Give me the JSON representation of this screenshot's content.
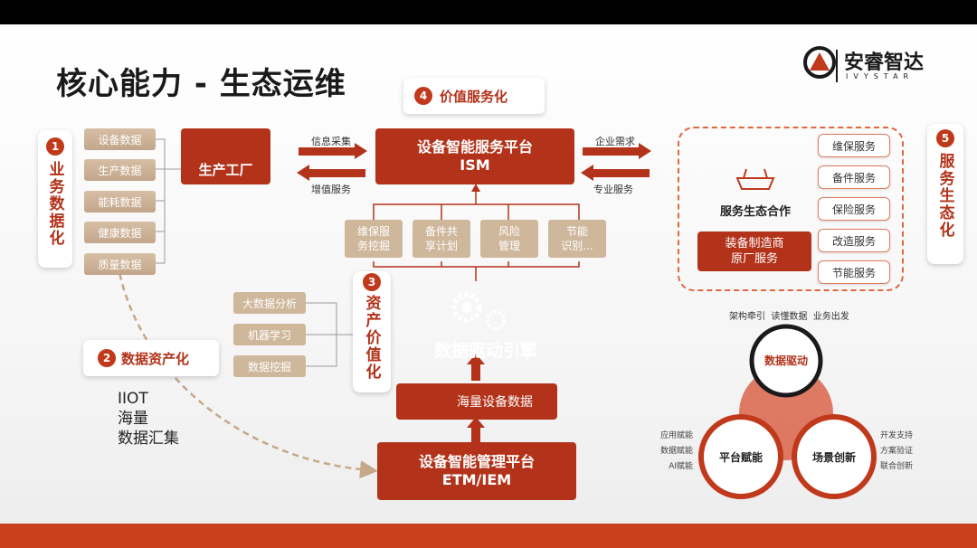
{
  "title": "核心能力 - 生态运维",
  "logo": {
    "name": "安睿智达",
    "sub": "IVYSTAR"
  },
  "section1": {
    "num": "1",
    "label": "业务数据化"
  },
  "section2": {
    "num": "2",
    "label": "数据资产化"
  },
  "section3": {
    "num": "3",
    "label": "资产价值化"
  },
  "section4": {
    "num": "4",
    "label": "价值服务化"
  },
  "section5": {
    "num": "5",
    "label": "服务生态化"
  },
  "business_data": [
    "设备数据",
    "生产数据",
    "能耗数据",
    "健康数据",
    "质量数据"
  ],
  "factory": "生产工厂",
  "arrows": {
    "info_collect": "信息采集",
    "value_added": "增值服务",
    "enterprise_demand": "企业需求",
    "professional": "专业服务"
  },
  "ism": {
    "line1": "设备智能服务平台",
    "line2": "ISM"
  },
  "value_items": [
    {
      "l1": "维保服",
      "l2": "务挖掘"
    },
    {
      "l1": "备件共",
      "l2": "享计划"
    },
    {
      "l1": "风险",
      "l2": "管理"
    },
    {
      "l1": "节能",
      "l2": "识别..."
    }
  ],
  "analysis": [
    "大数据分析",
    "机器学习",
    "数据挖掘"
  ],
  "engine": "数据驱动引擎",
  "massive": "海量设备数据",
  "etm": {
    "line1": "设备智能管理平台",
    "line2": "ETM/IEM"
  },
  "iiot": [
    "IIOT",
    "海量",
    "数据汇集"
  ],
  "eco": {
    "title": "服务生态合作",
    "oem": {
      "l1": "装备制造商",
      "l2": "原厂服务"
    },
    "services": [
      "维保服务",
      "备件服务",
      "保险服务",
      "改造服务",
      "节能服务"
    ]
  },
  "venn": {
    "top_caption": "架构牵引  读懂数据  业务出发",
    "top": "数据驱动",
    "left": "平台赋能",
    "right": "场景创新",
    "left_notes": [
      "应用赋能",
      "数据赋能",
      "AI赋能"
    ],
    "right_notes": [
      "开发支持",
      "方案验证",
      "联合创新"
    ]
  },
  "colors": {
    "accent": "#b3321a",
    "tan": "#cfb79c",
    "bar": "#c8401c"
  }
}
